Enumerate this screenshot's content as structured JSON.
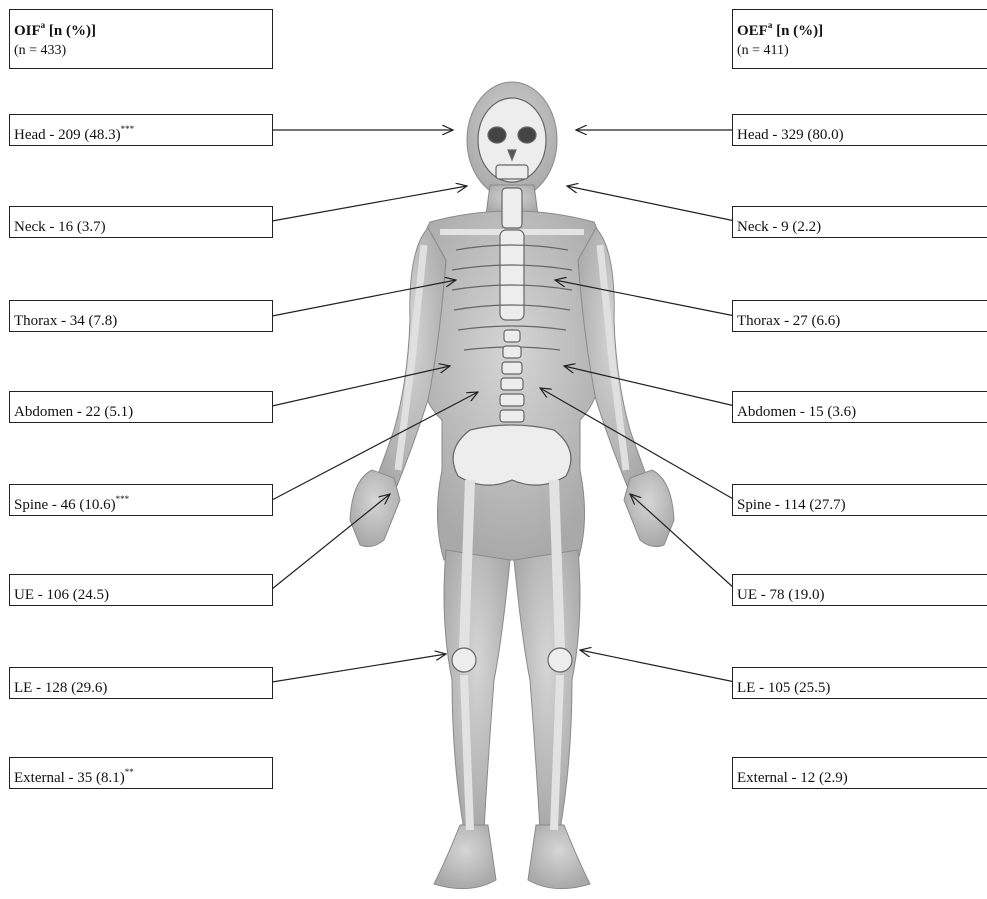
{
  "left": {
    "title": "OIF",
    "title_sup": "a",
    "title_rest": " [n (%)]",
    "n_label": "(n = 433)",
    "rows": [
      {
        "label": "Head - 209 (48.3)",
        "sig": "***"
      },
      {
        "label": "Neck - 16 (3.7)",
        "sig": ""
      },
      {
        "label": "Thorax - 34 (7.8)",
        "sig": ""
      },
      {
        "label": "Abdomen - 22 (5.1)",
        "sig": ""
      },
      {
        "label": "Spine - 46 (10.6)",
        "sig": "***"
      },
      {
        "label": "UE - 106 (24.5)",
        "sig": ""
      },
      {
        "label": "LE - 128 (29.6)",
        "sig": ""
      },
      {
        "label": "External - 35 (8.1)",
        "sig": "**"
      }
    ]
  },
  "right": {
    "title": "OEF",
    "title_sup": "a",
    "title_rest": " [n (%)]",
    "n_label": "(n = 411)",
    "rows": [
      {
        "label": "Head - 329 (80.0)",
        "sig": ""
      },
      {
        "label": "Neck - 9 (2.2)",
        "sig": ""
      },
      {
        "label": "Thorax - 27 (6.6)",
        "sig": ""
      },
      {
        "label": "Abdomen - 15 (3.6)",
        "sig": ""
      },
      {
        "label": "Spine - 114 (27.7)",
        "sig": ""
      },
      {
        "label": "UE - 78 (19.0)",
        "sig": ""
      },
      {
        "label": "LE - 105 (25.5)",
        "sig": ""
      },
      {
        "label": "External - 12 (2.9)",
        "sig": ""
      }
    ]
  },
  "colors": {
    "skin": "#c8c8c8",
    "bone": "#ececec",
    "line": "#222222"
  }
}
